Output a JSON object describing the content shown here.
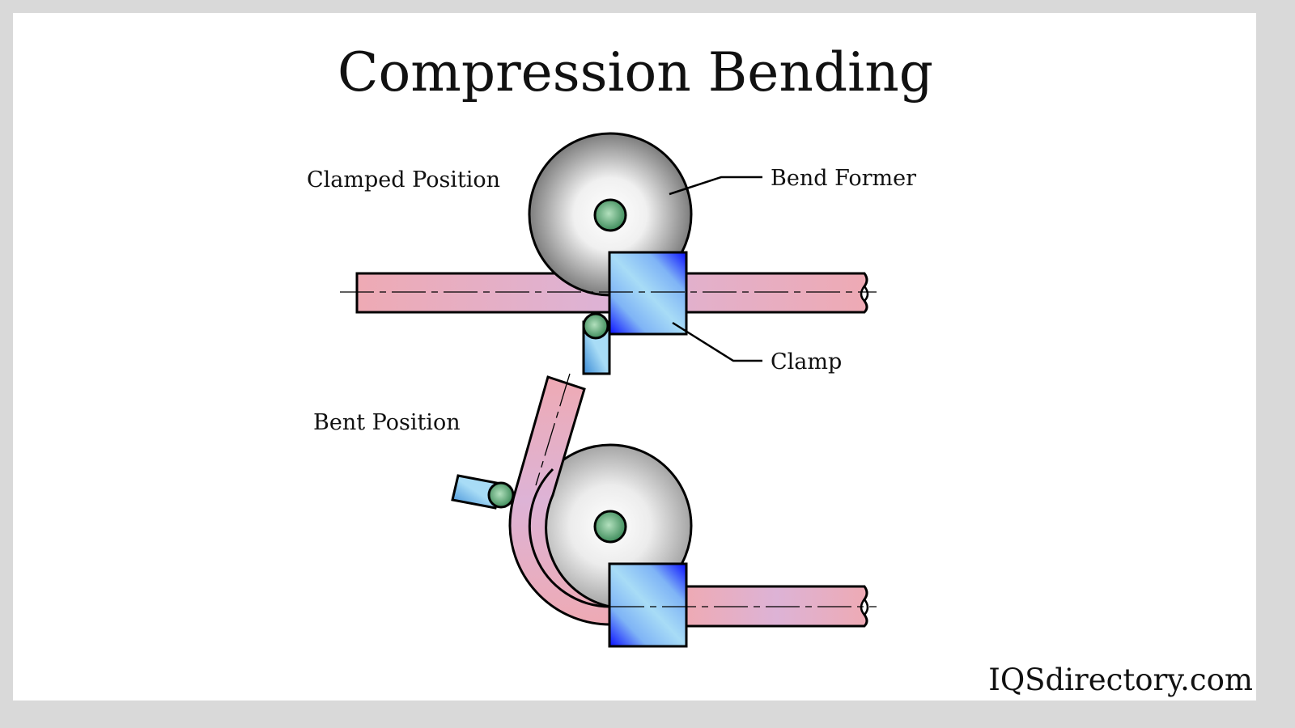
{
  "title": "Compression Bending",
  "labels": {
    "clamped_position": "Clamped Position",
    "bent_position": "Bent Position",
    "bend_former": "Bend Former",
    "clamp": "Clamp"
  },
  "brand": "IQSdirectory.com",
  "colors": {
    "background": "#d9d9d9",
    "panel": "#ffffff",
    "pipe_pink": "#eeaab4",
    "pipe_lilac": "#ddb3d6",
    "clamp_light": "#a8dcf6",
    "clamp_dark": "#0a10ff",
    "former_light": "#ffffff",
    "former_dark": "#7a7a7a",
    "pin_light": "#b2e0bd",
    "pin_dark": "#3f8d5c",
    "outline": "#000000"
  }
}
